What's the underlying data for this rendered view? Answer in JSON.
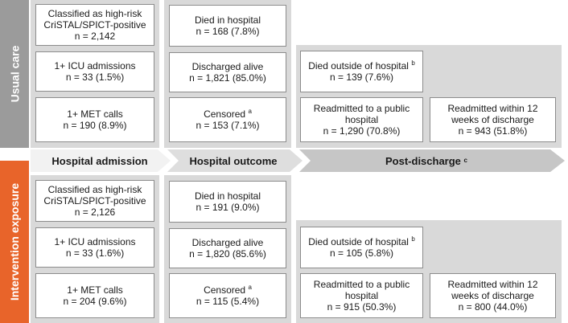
{
  "colors": {
    "usual_bar": "#9b9b9b",
    "intervention_bar": "#e8642a",
    "column_bg": "#d9d9d9",
    "arrow_light": "#f2f2f2",
    "arrow_mid": "#dedede",
    "arrow_dark": "#c6c6c6"
  },
  "side_labels": {
    "usual": "Usual care",
    "intervention": "Intervention exposure"
  },
  "stages": {
    "admission": "Hospital admission",
    "outcome": "Hospital outcome",
    "post": "Post-discharge",
    "post_sup": "c"
  },
  "usual": {
    "admission": {
      "classified": {
        "line1": "Classified as high-risk",
        "line2": "CriSTAL/SPICT-positive",
        "line3": "n = 2,142"
      },
      "icu": {
        "line1": "1+ ICU admissions",
        "line2": "n = 33 (1.5%)"
      },
      "met": {
        "line1": "1+ MET calls",
        "line2": "n = 190 (8.9%)"
      }
    },
    "outcome": {
      "died": {
        "line1": "Died in hospital",
        "line2": "n = 168 (7.8%)"
      },
      "discharged": {
        "line1": "Discharged alive",
        "line2": "n = 1,821 (85.0%)"
      },
      "censored": {
        "line1": "Censored",
        "sup": "a",
        "line2": "n = 153 (7.1%)"
      }
    },
    "post": {
      "died_outside": {
        "line1": "Died outside of hospital",
        "sup": "b",
        "line2": "n = 139 (7.6%)"
      },
      "readmitted": {
        "line1": "Readmitted to a public",
        "line2": "hospital",
        "line3": "n = 1,290 (70.8%)"
      },
      "readmitted12": {
        "line1": "Readmitted within 12",
        "line2": "weeks of discharge",
        "line3": "n = 943 (51.8%)"
      }
    }
  },
  "intervention": {
    "admission": {
      "classified": {
        "line1": "Classified as high-risk",
        "line2": "CriSTAL/SPICT-positive",
        "line3": "n = 2,126"
      },
      "icu": {
        "line1": "1+ ICU admissions",
        "line2": "n = 33 (1.6%)"
      },
      "met": {
        "line1": "1+ MET calls",
        "line2": "n = 204 (9.6%)"
      }
    },
    "outcome": {
      "died": {
        "line1": "Died in hospital",
        "line2": "n = 191 (9.0%)"
      },
      "discharged": {
        "line1": "Discharged alive",
        "line2": "n = 1,820 (85.6%)"
      },
      "censored": {
        "line1": "Censored",
        "sup": "a",
        "line2": "n = 115 (5.4%)"
      }
    },
    "post": {
      "died_outside": {
        "line1": "Died outside of hospital",
        "sup": "b",
        "line2": "n = 105 (5.8%)"
      },
      "readmitted": {
        "line1": "Readmitted to a public",
        "line2": "hospital",
        "line3": "n = 915 (50.3%)"
      },
      "readmitted12": {
        "line1": "Readmitted within 12",
        "line2": "weeks of discharge",
        "line3": "n = 800 (44.0%)"
      }
    }
  }
}
